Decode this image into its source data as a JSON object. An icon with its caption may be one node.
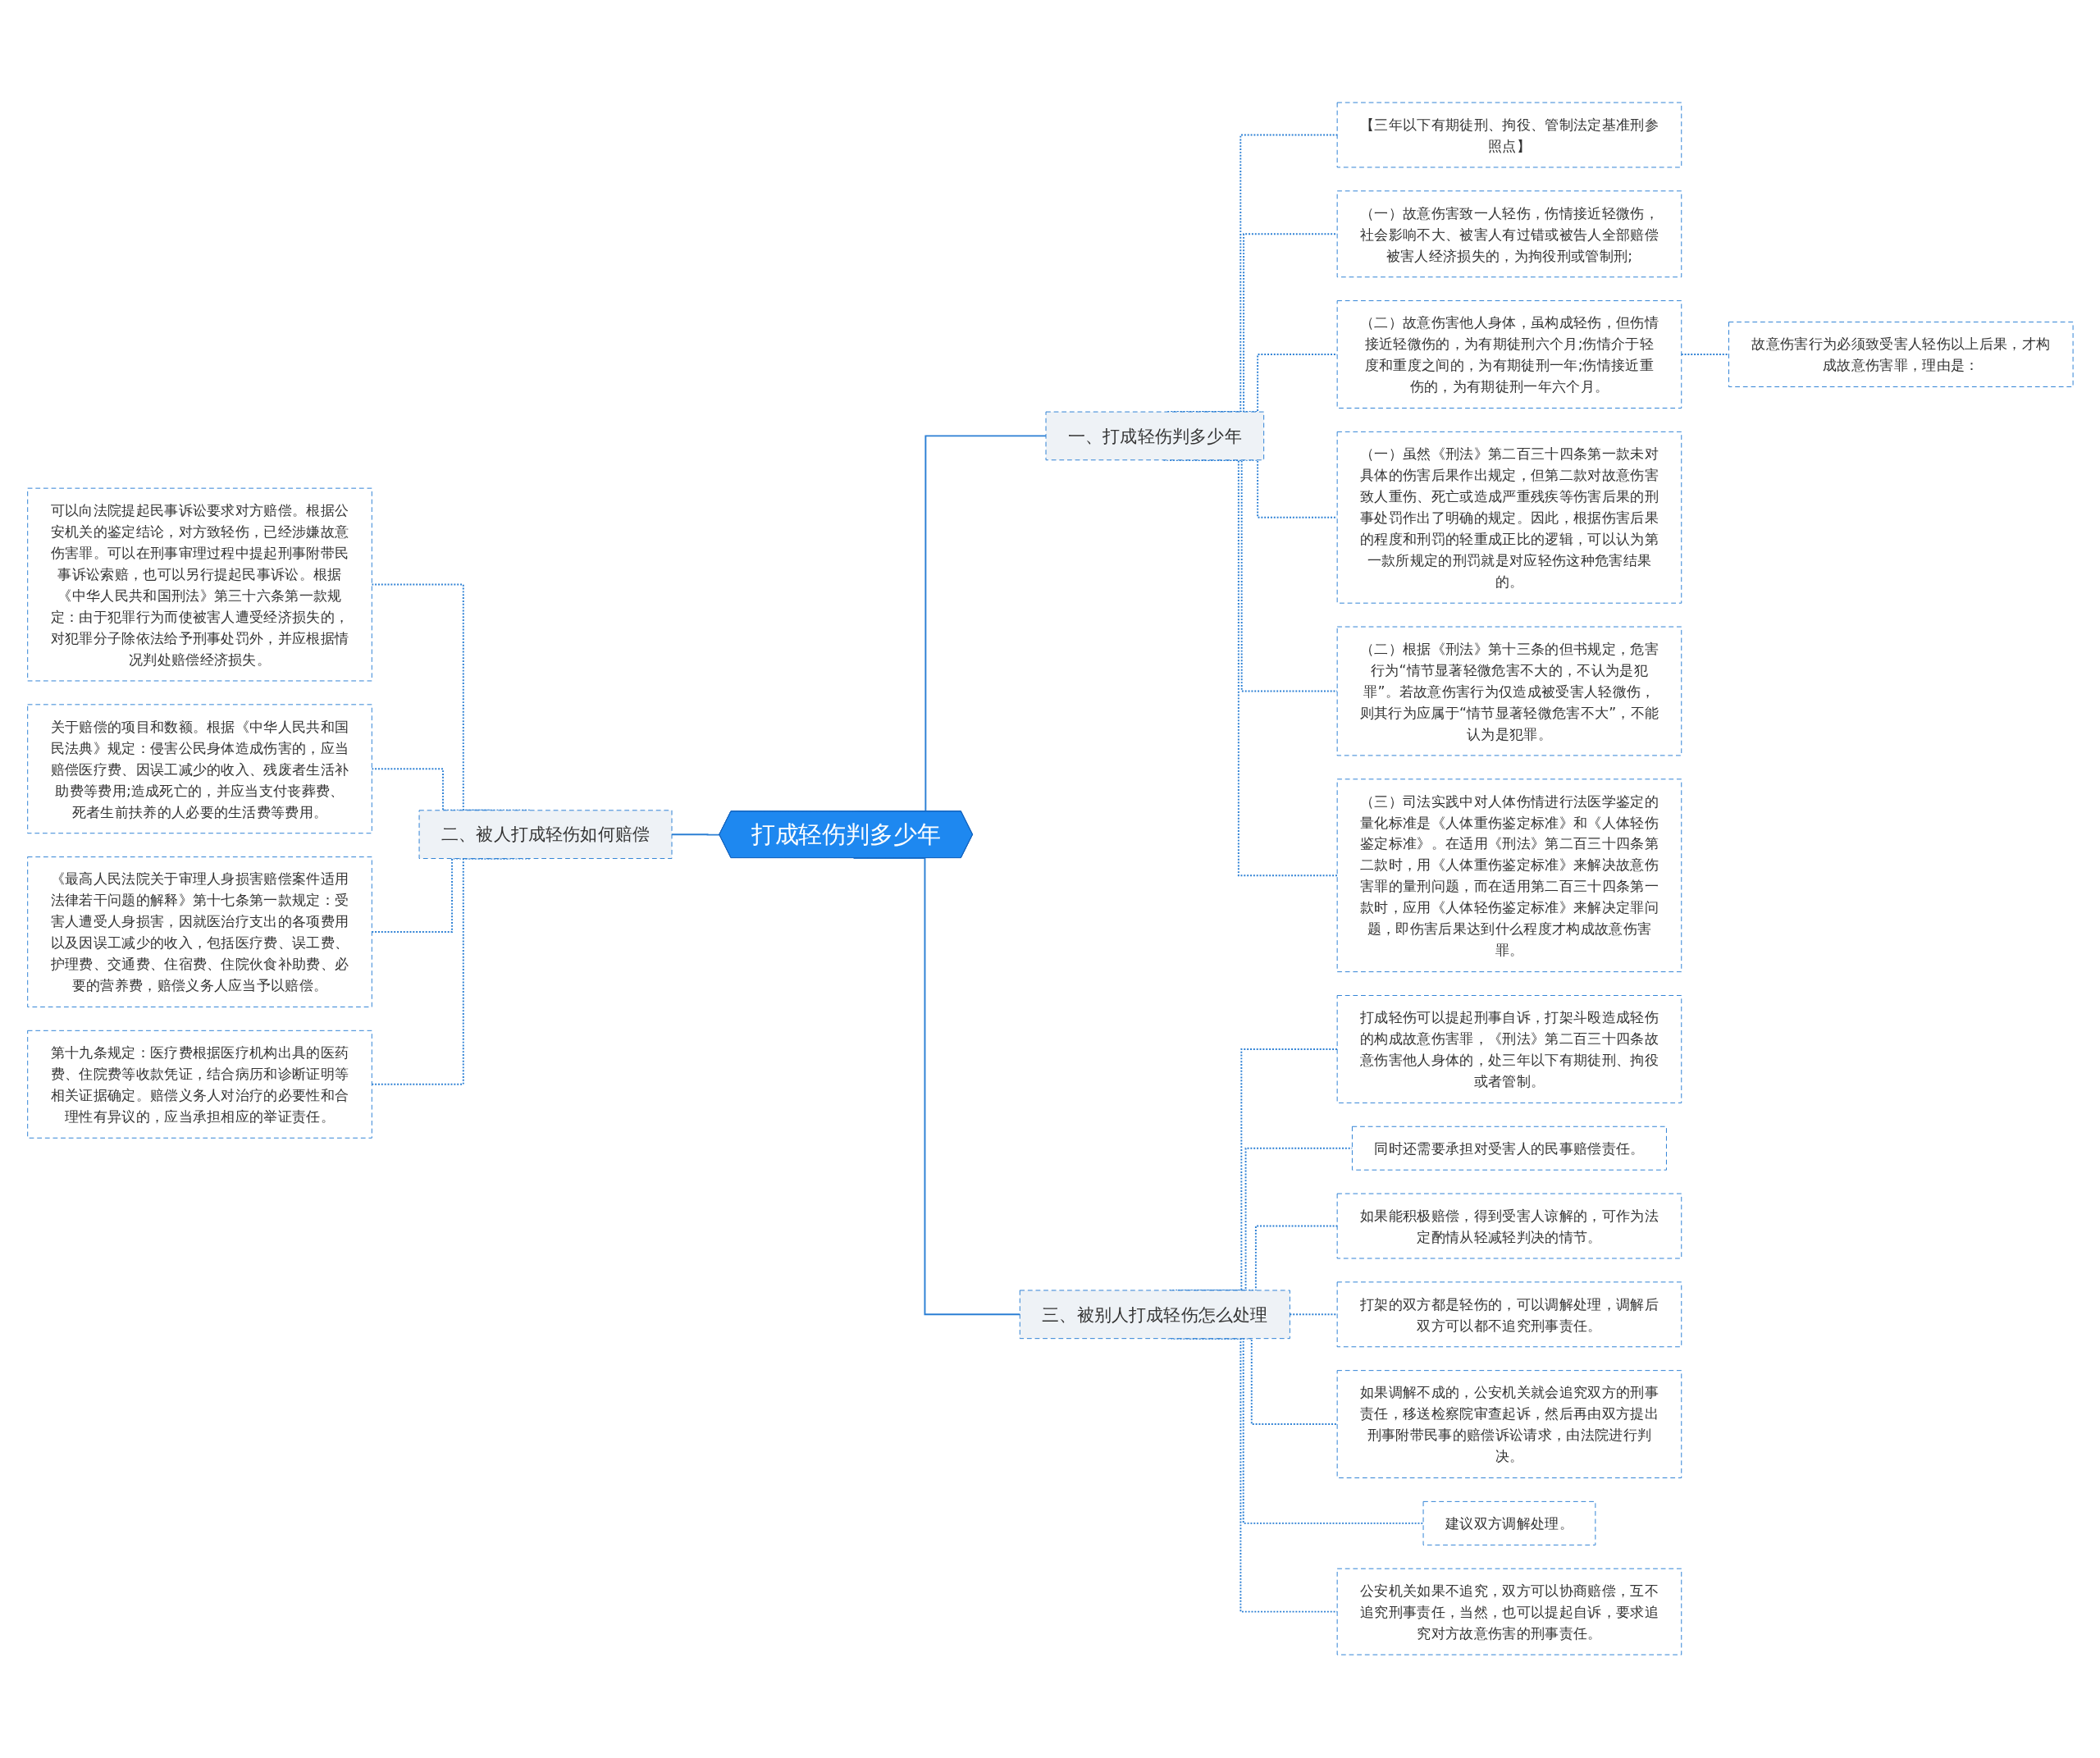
{
  "diagram": {
    "nodes": [
      {
        "text": [
          "打成轻伤判多少年"
        ]
      },
      {
        "text": [
          "一、打成轻伤判多少年"
        ]
      },
      {
        "text": [
          "【三年以下有期徒刑、拘役、管制法定基准刑参照点】"
        ]
      },
      {
        "text": [
          "（一）故意伤害致一人轻伤，伤情接近轻微伤，社会影响不大、被害人有过错或被告人全部赔偿被害人经济损失的，为拘役刑或管制刑;"
        ]
      },
      {
        "text": [
          "（二）故意伤害他人身体，虽构成轻伤，但伤情接近轻微伤的，为有期徒刑六个月;伤情介于轻度和重度之间的，为有期徒刑一年;伤情接近重伤的，为有期徒刑一年六个月。"
        ]
      },
      {
        "text": [
          "故意伤害行为必须致受害人轻伤以上后果，才构成故意伤害罪，理由是："
        ]
      },
      {
        "text": [
          "（一）虽然《刑法》第二百三十四条第一款未对具体的伤害后果作出规定，但第二款对故意伤害致人重伤、死亡或造成严重残疾等伤害后果的刑事处罚作出了明确的规定。因此，根据伤害后果的程度和刑罚的轻重成正比的逻辑，可以认为第一款所规定的刑罚就是对应轻伤这种危害结果的。"
        ]
      },
      {
        "text": [
          "（二）根据《刑法》第十三条的但书规定，危害行为“情节显著轻微危害不大的，不认为是犯罪”。若故意伤害行为仅造成被受害人轻微伤，则其行为应属于“情节显著轻微危害不大”，不能认为是犯罪。"
        ]
      },
      {
        "text": [
          "（三）司法实践中对人体伤情进行法医学鉴定的量化标准是《人体重伤鉴定标准》和《人体轻伤鉴定标准》。在适用《刑法》第二百三十四条第二款时，用《人体重伤鉴定标准》来解决故意伤害罪的量刑问题，而在适用第二百三十四条第一款时，应用《人体轻伤鉴定标准》来解决定罪问题，即伤害后果达到什么程度才构成故意伤害罪。"
        ]
      },
      {
        "text": [
          "二、被人打成轻伤如何赔偿"
        ]
      },
      {
        "text": [
          "可以向法院提起民事诉讼要求对方赔偿。根据公安机关的鉴定结论，对方致轻伤，已经涉嫌故意伤害罪。可以在刑事审理过程中提起刑事附带民事诉讼索赔，也可以另行提起民事诉讼。根据《中华人民共和国刑法》第三十六条第一款规定：由于犯罪行为而使被害人遭受经济损失的，对犯罪分子除依法给予刑事处罚外，并应根据情况判处赔偿经济损失。"
        ]
      },
      {
        "text": [
          "关于赔偿的项目和数额。根据《中华人民共和国民法典》规定：侵害公民身体造成伤害的，应当赔偿医疗费、因误工减少的收入、残废者生活补助费等费用;造成死亡的，并应当支付丧葬费、死者生前扶养的人必要的生活费等费用。"
        ]
      },
      {
        "text": [
          "《最高人民法院关于审理人身损害赔偿案件适用法律若干问题的解释》第十七条第一款规定：受害人遭受人身损害，因就医治疗支出的各项费用以及因误工减少的收入，包括医疗费、误工费、护理费、交通费、住宿费、住院伙食补助费、必要的营养费，赔偿义务人应当予以赔偿。"
        ]
      },
      {
        "text": [
          "第十九条规定：医疗费根据医疗机构出具的医药费、住院费等收款凭证，结合病历和诊断证明等相关证据确定。赔偿义务人对治疗的必要性和合理性有异议的，应当承担相应的举证责任。"
        ]
      },
      {
        "text": [
          "三、被别人打成轻伤怎么处理"
        ]
      },
      {
        "text": [
          "打成轻伤可以提起刑事自诉，打架斗殴造成轻伤的构成故意伤害罪，《刑法》第二百三十四条故意伤害他人身体的，处三年以下有期徒刑、拘役或者管制。"
        ]
      },
      {
        "text": [
          "同时还需要承担对受害人的民事赔偿责任。"
        ]
      },
      {
        "text": [
          "如果能积极赔偿，得到受害人谅解的，可作为法定酌情从轻减轻判决的情节。"
        ]
      },
      {
        "text": [
          "打架的双方都是轻伤的，可以调解处理，调解后双方可以都不追究刑事责任。"
        ]
      },
      {
        "text": [
          "如果调解不成的，公安机关就会追究双方的刑事责任，移送检察院审查起诉，然后再由双方提出刑事附带民事的赔偿诉讼请求，由法院进行判决。"
        ]
      },
      {
        "text": [
          "建议双方调解处理。"
        ]
      },
      {
        "text": [
          "公安机关如果不追究，双方可以协商赔偿，互不追究刑事责任，当然，也可以提起自诉，要求追究对方故意伤害的刑事责任。"
        ]
      }
    ],
    "edges": [
      {
        "from": 0,
        "to": 1,
        "arrow": "none"
      },
      {
        "from": 1,
        "to": 2,
        "arrow": "none",
        "style": "dashed"
      },
      {
        "from": 1,
        "to": 3,
        "arrow": "none",
        "style": "dashed"
      },
      {
        "from": 1,
        "to": 4,
        "arrow": "none",
        "style": "dashed"
      },
      {
        "from": 4,
        "to": 5,
        "arrow": "none",
        "style": "dashed"
      },
      {
        "from": 1,
        "to": 6,
        "arrow": "none",
        "style": "dashed"
      },
      {
        "from": 1,
        "to": 7,
        "arrow": "none",
        "style": "dashed"
      },
      {
        "from": 1,
        "to": 8,
        "arrow": "none",
        "style": "dashed"
      },
      {
        "from": 9,
        "to": 0,
        "arrow": "none"
      },
      {
        "from": 10,
        "to": 9,
        "arrow": "none",
        "style": "dashed"
      },
      {
        "from": 11,
        "to": 9,
        "arrow": "none",
        "style": "dashed"
      },
      {
        "from": 12,
        "to": 9,
        "arrow": "none",
        "style": "dashed"
      },
      {
        "from": 13,
        "to": 9,
        "arrow": "none",
        "style": "dashed"
      },
      {
        "from": 0,
        "to": 14,
        "arrow": "none"
      },
      {
        "from": 14,
        "to": 15,
        "arrow": "none",
        "style": "dashed"
      },
      {
        "from": 14,
        "to": 16,
        "arrow": "none",
        "style": "dashed"
      },
      {
        "from": 14,
        "to": 17,
        "arrow": "none",
        "style": "dashed"
      },
      {
        "from": 14,
        "to": 18,
        "arrow": "none",
        "style": "dashed"
      },
      {
        "from": 14,
        "to": 19,
        "arrow": "none",
        "style": "dashed"
      },
      {
        "from": 14,
        "to": 20,
        "arrow": "none",
        "style": "dashed"
      },
      {
        "from": 14,
        "to": 21,
        "arrow": "none",
        "style": "dashed"
      }
    ]
  }
}
